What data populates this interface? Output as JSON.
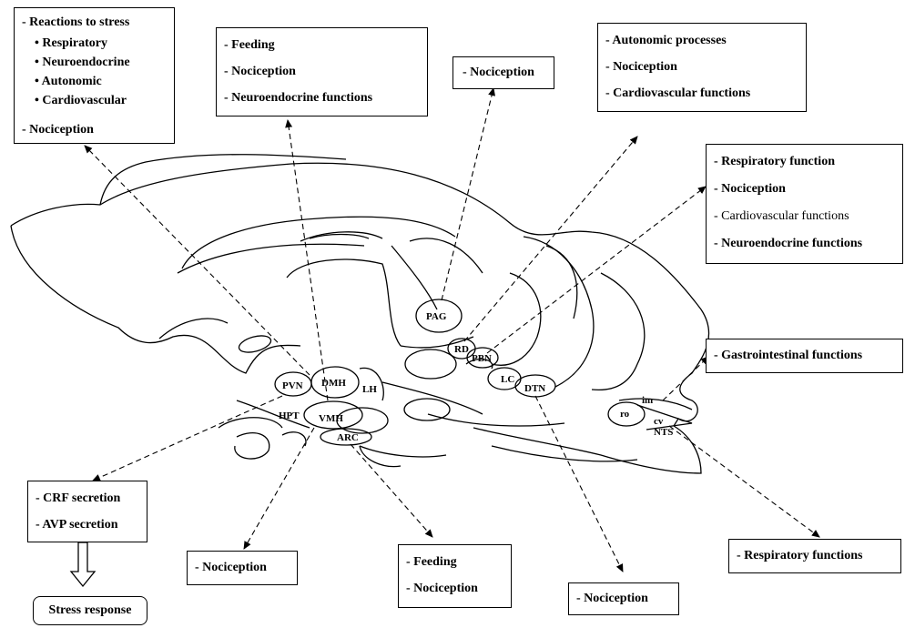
{
  "boxes": {
    "stress": {
      "heading": "- Reactions to stress",
      "items": [
        "• Respiratory",
        "• Neuroendocrine",
        "• Autonomic",
        "• Cardiovascular"
      ],
      "footer": "- Nociception"
    },
    "feeding_top": {
      "items": [
        "- Feeding",
        "- Nociception",
        "- Neuroendocrine functions"
      ]
    },
    "nociception_top": {
      "items": [
        "- Nociception"
      ]
    },
    "autonomic": {
      "items": [
        "- Autonomic processes",
        "- Nociception",
        "- Cardiovascular functions"
      ]
    },
    "respiratory_right": {
      "items": [
        "- Respiratory function",
        "- Nociception",
        "- Cardiovascular functions",
        "- Neuroendocrine functions"
      ]
    },
    "gastro": {
      "items": [
        "- Gastrointestinal functions"
      ]
    },
    "crf": {
      "items": [
        "- CRF secretion",
        "- AVP secretion"
      ]
    },
    "stress_response": {
      "label": "Stress response"
    },
    "nociception_bottom_left": {
      "items": [
        "- Nociception"
      ]
    },
    "feeding_bottom": {
      "items": [
        "- Feeding",
        "- Nociception"
      ]
    },
    "nociception_bottom_right": {
      "items": [
        "- Nociception"
      ]
    },
    "respiratory_bottom": {
      "items": [
        "- Respiratory functions"
      ]
    }
  },
  "regions": {
    "pvn": "PVN",
    "dmh": "DMH",
    "lh": "LH",
    "hpt": "HPT",
    "vmh": "VMH",
    "arc": "ARC",
    "pag": "PAG",
    "rd": "RD",
    "pbn": "PBN",
    "lc": "LC",
    "dtn": "DTN",
    "im": "im",
    "ro": "ro",
    "cv": "cv",
    "nts": "NTS"
  }
}
